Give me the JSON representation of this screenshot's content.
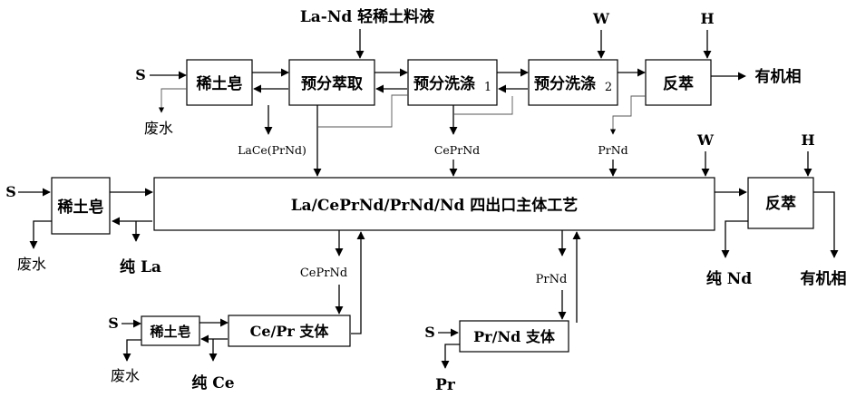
{
  "feed_top": "La-Nd 轻稀土料液",
  "boxes": {
    "soap_top": "稀土皂",
    "pre_extract": "预分萃取",
    "pre_wash1": "预分洗涤",
    "pre_wash1_num": "1",
    "pre_wash2": "预分洗涤",
    "pre_wash2_num": "2",
    "strip_top": "反萃",
    "main": "La/CePrNd/PrNd/Nd 四出口主体工艺",
    "soap_left": "稀土皂",
    "strip_right": "反萃",
    "soap_bottom": "稀土皂",
    "ce_pr": "Ce/Pr 支体",
    "pr_nd": "Pr/Nd 支体"
  },
  "labels": {
    "s_top": "S",
    "waste_top": "废水",
    "w_top": "W",
    "h_top": "H",
    "organic_top": "有机相",
    "lace": "LaCe(PrNd)",
    "ceprnd_top": "CePrNd",
    "prnd_top": "PrNd",
    "w_mid": "W",
    "h_mid": "H",
    "s_left": "S",
    "waste_left": "废水",
    "pure_la": "纯 La",
    "pure_nd": "纯 Nd",
    "organic_right": "有机相",
    "ceprnd_mid": "CePrNd",
    "prnd_mid": "PrNd",
    "s_bottom": "S",
    "waste_bottom": "废水",
    "pure_ce": "纯 Ce",
    "s_prnd": "S",
    "pr": "Pr"
  }
}
